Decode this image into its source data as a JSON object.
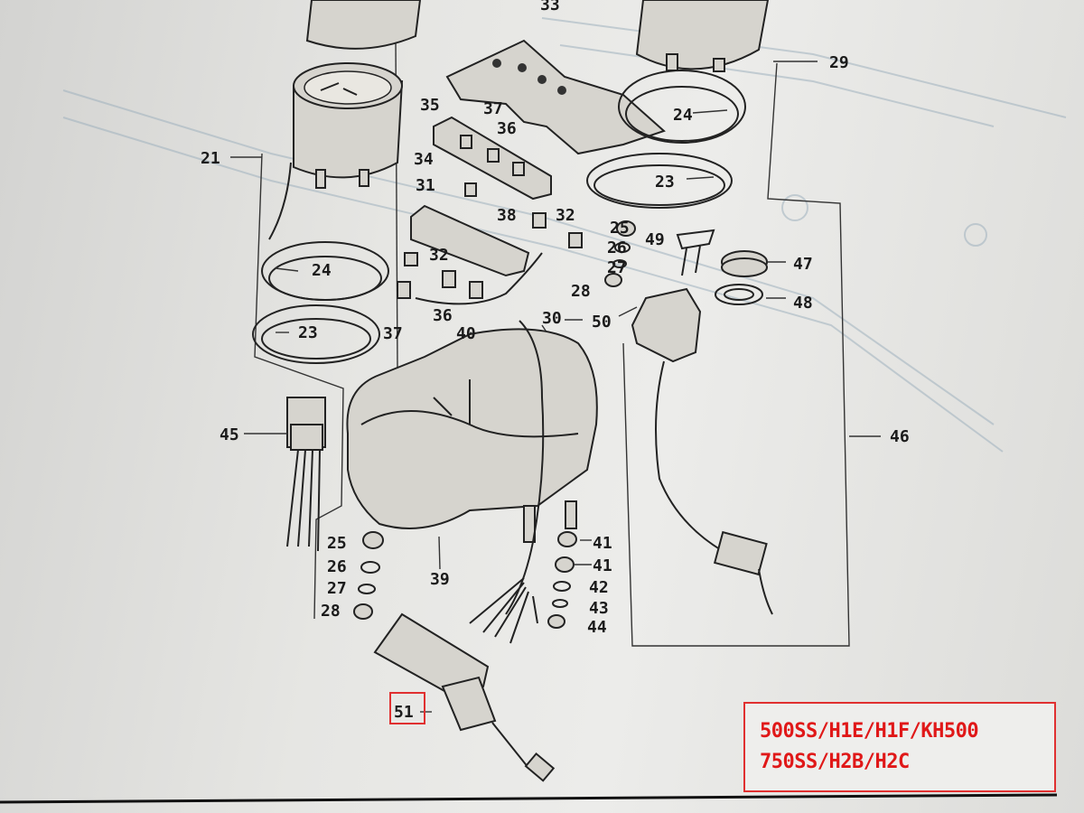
{
  "diagram": {
    "part_numbers": {
      "p21": "21",
      "p23a": "23",
      "p23b": "23",
      "p24a": "24",
      "p24b": "24",
      "p25a": "25",
      "p25b": "25",
      "p26a": "26",
      "p26b": "26",
      "p27a": "27",
      "p27b": "27",
      "p28a": "28",
      "p28b": "28",
      "p29": "29",
      "p30": "30",
      "p31": "31",
      "p32a": "32",
      "p32b": "32",
      "p33": "33",
      "p34": "34",
      "p35": "35",
      "p36a": "36",
      "p36b": "36",
      "p37a": "37",
      "p37b": "37",
      "p38": "38",
      "p39": "39",
      "p40": "40",
      "p41a": "41",
      "p41b": "41",
      "p42": "42",
      "p43": "43",
      "p44": "44",
      "p45": "45",
      "p46": "46",
      "p47": "47",
      "p48": "48",
      "p49": "49",
      "p50": "50",
      "p51": "51"
    }
  },
  "highlight": {
    "part": "51",
    "color": "#e03030"
  },
  "model_box": {
    "line1": "500SS/H1E/H1F/KH500",
    "line2": "750SS/H2B/H2C",
    "text_color": "#e01818",
    "border_color": "#e03030"
  }
}
